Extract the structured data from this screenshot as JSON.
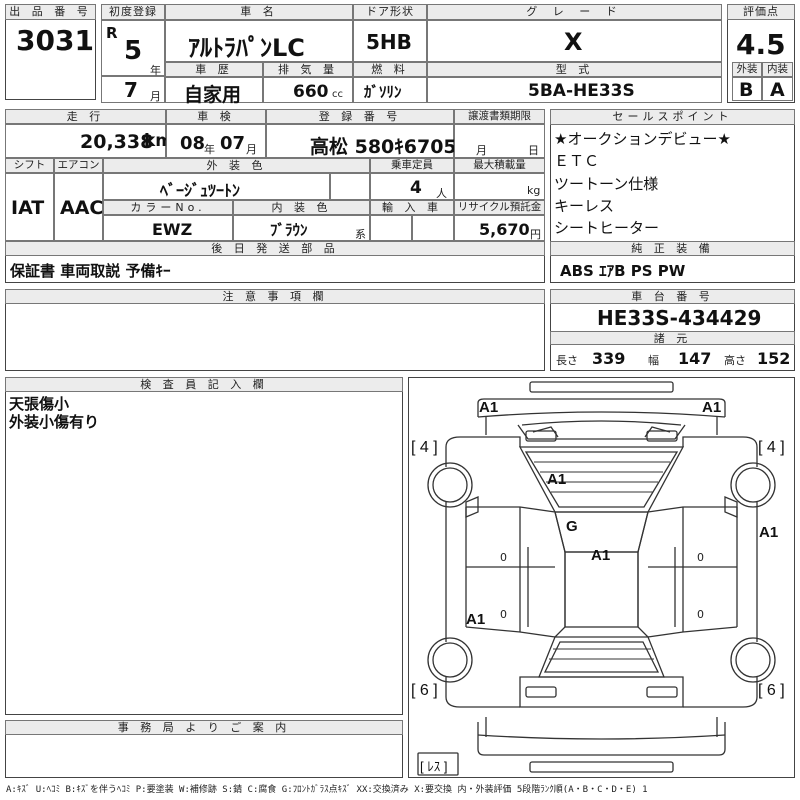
{
  "headers": {
    "lot_no": "出 品 番 号",
    "first_reg": "初度登録",
    "car_name": "車 名",
    "door": "ドア形状",
    "grade": "グ レ ー ド",
    "score": "評価点",
    "history": "車 歴",
    "displacement": "排 気 量",
    "fuel": "燃 料",
    "model": "型 式",
    "ext": "外装",
    "int": "内装",
    "mileage": "走 行",
    "inspection": "車 検",
    "plate": "登 録 番 号",
    "transfer_doc": "譲渡書類期限",
    "sales_points": "セールスポイント",
    "shift": "シフト",
    "aircon": "エアコン",
    "color": "外 装 色",
    "capacity": "乗車定員",
    "max_load": "最大積載量",
    "color_no": "カラーNo.",
    "int_color": "内 装 色",
    "import": "輸 入 車",
    "recycle": "リサイクル預託金",
    "later_parts": "後 日 発 送 部 品",
    "genuine": "純 正 装 備",
    "notes": "注 意 事 項 欄",
    "chassis": "車 台 番 号",
    "specs": "諸 元",
    "inspector": "検 査 員 記 入 欄",
    "office": "事 務 局 よ り ご 案 内"
  },
  "vehicle": {
    "lot_no": "3031",
    "era": "R",
    "year": "5",
    "year_unit": "年",
    "month": "7",
    "month_unit": "月",
    "name": "ｱﾙﾄﾗﾊﾟﾝLC",
    "door": "5HB",
    "grade": "X",
    "score": "4.5",
    "history": "自家用",
    "displacement": "660",
    "displacement_unit": "cc",
    "fuel": "ｶﾞｿﾘﾝ",
    "model": "5BA-HE33S",
    "ext_grade": "B",
    "int_grade": "A",
    "mileage": "20,338",
    "mileage_unit": "km",
    "inspect_year": "08",
    "inspect_month": "07",
    "plate": "高松  580ｷ6705",
    "transfer_month": "月",
    "transfer_day": "日",
    "shift": "IAT",
    "aircon": "AAC",
    "color": "ﾍﾞｰｼﾞｭﾂｰﾄﾝ",
    "capacity": "4",
    "capacity_unit": "人",
    "load_unit": "kg",
    "color_no": "EWZ",
    "int_color": "ﾌﾞﾗｳﾝ",
    "int_color_unit": "系",
    "recycle": "5,670",
    "recycle_unit": "円",
    "later_parts": "保証書 車両取説 予備ｷｰ",
    "genuine": "ABS ｴｱB PS PW",
    "chassis": "HE33S-434429",
    "length_label": "長さ",
    "length": "339",
    "width_label": "幅",
    "width": "147",
    "height_label": "高さ",
    "height": "152"
  },
  "sales_points": [
    "★オークションデビュー★",
    "ＥＴＣ",
    "ツートーン仕様",
    "キーレス",
    "シートヒーター"
  ],
  "remarks": [
    "天張傷小",
    "外装小傷有り"
  ],
  "diagram": {
    "a1_front_left": "A1",
    "a1_front_right": "A1",
    "a1_windshield": "A1",
    "g_roof": "G",
    "a1_roof": "A1",
    "a1_side_right": "A1",
    "a1_rear_left": "A1",
    "tire_fl": "[ 4 ]",
    "tire_fr": "[ 4 ]",
    "tire_rl": "[ 6 ]",
    "tire_rr": "[ 6 ]",
    "spare": "[ ﾚｽ ]",
    "zero_left": "0",
    "zero_right": "0",
    "zero_left2": "0",
    "zero_right2": "0"
  },
  "legend": "A:ｷｽﾞ U:ﾍｺﾐ B:ｷｽﾞを伴うﾍｺﾐ P:要塗装 W:補修跡 S:錆 C:腐食 G:ﾌﾛﾝﾄｶﾞﾗｽ点ｷｽﾞ XX:交換済み X:要交換 内・外装評価 5段階ﾗﾝｸ順(A・B・C・D・E) 1"
}
